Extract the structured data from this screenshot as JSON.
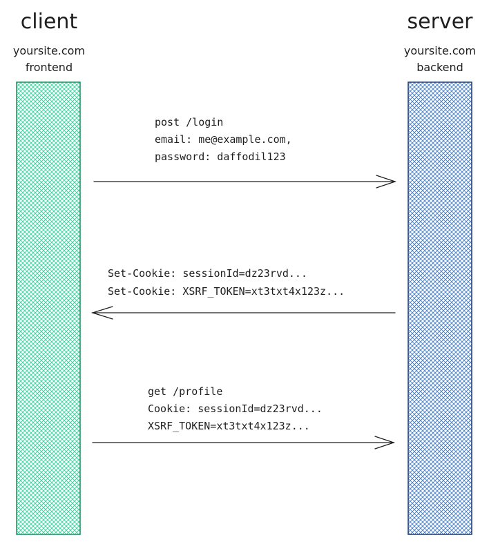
{
  "client": {
    "title": "client",
    "subtitle_line1": "yoursite.com",
    "subtitle_line2": "frontend",
    "fill_color": "#38d39f",
    "stroke_color": "#1e8a5e"
  },
  "server": {
    "title": "server",
    "subtitle_line1": "yoursite.com",
    "subtitle_line2": "backend",
    "fill_color": "#4a80c8",
    "stroke_color": "#1e3a6e"
  },
  "messages": [
    {
      "direction": "client-to-server",
      "lines": [
        "post /login",
        "email: me@example.com,",
        "password: daffodil123"
      ]
    },
    {
      "direction": "server-to-client",
      "lines": [
        "Set-Cookie: sessionId=dz23rvd...",
        "Set-Cookie: XSRF_TOKEN=xt3txt4x123z..."
      ]
    },
    {
      "direction": "client-to-server",
      "lines": [
        "get /profile",
        "Cookie: sessionId=dz23rvd...",
        "XSRF_TOKEN=xt3txt4x123z..."
      ]
    }
  ]
}
